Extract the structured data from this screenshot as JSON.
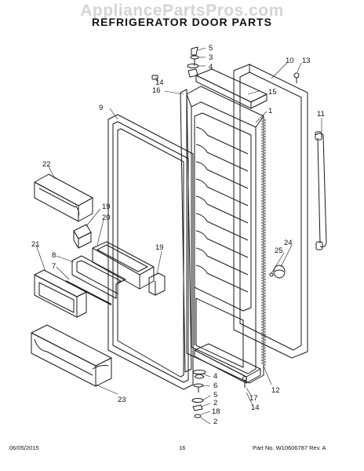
{
  "watermark": "AppliancePartsPros.com",
  "title": "REFRIGERATOR DOOR PARTS",
  "callouts": {
    "c5a": "5",
    "c3a": "3",
    "c4a": "4",
    "c10": "10",
    "c13": "13",
    "c14a": "14",
    "c16": "16",
    "c15": "15",
    "c9": "9",
    "c1": "1",
    "c11": "11",
    "c22": "22",
    "c19a": "19",
    "c20": "20",
    "c21": "21",
    "c8": "8",
    "c7": "7",
    "c19b": "19",
    "c25": "25",
    "c24": "24",
    "c4b": "4",
    "c6": "6",
    "c5b": "5",
    "c2a": "2",
    "c18": "18",
    "c2b": "2",
    "c17": "17",
    "c14b": "14",
    "c12": "12",
    "c23": "23"
  },
  "footer": {
    "date": "06/05/2015",
    "page": "16",
    "part": "Part No.  W10606787  Rev. A"
  }
}
